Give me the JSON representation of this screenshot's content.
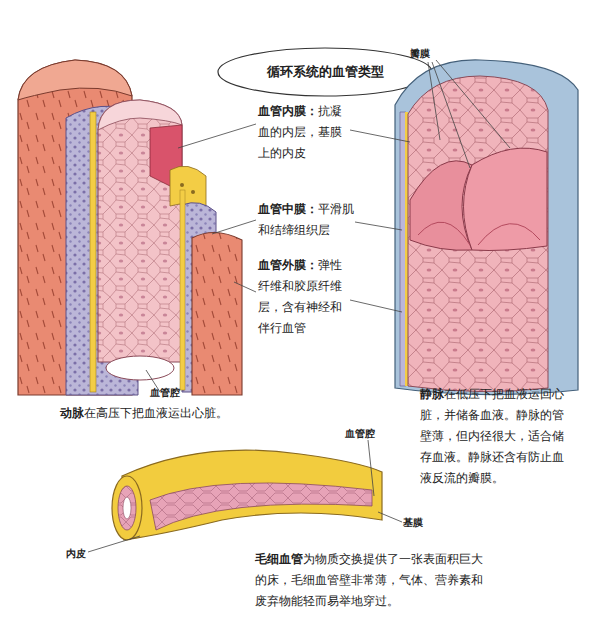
{
  "diagram": {
    "title": "循环系统的血管类型",
    "labels": [
      "瓣膜",
      "血管内膜：",
      "抗凝血的内层，基膜上的内皮",
      "血管中膜：",
      "平滑肌和结缔组织层",
      "血管外膜：",
      "弹性纤维和胶原纤维层，含有神经和伴行血管",
      "血管腔",
      "动脉",
      "在高压下把血液运出心脏。",
      "静脉",
      "在低压下把血液运回心脏，并储备血液。静脉的管壁薄，但内径很大，适合储存血液。静脉还含有防止血液反流的瓣膜。",
      "血管腔",
      "基膜",
      "内皮",
      "毛细血管",
      "为物质交换提供了一张表面积巨大的床，毛细血管壁非常薄，气体、营养素和废弃物能轻而易举地穿过。"
    ]
  }
}
